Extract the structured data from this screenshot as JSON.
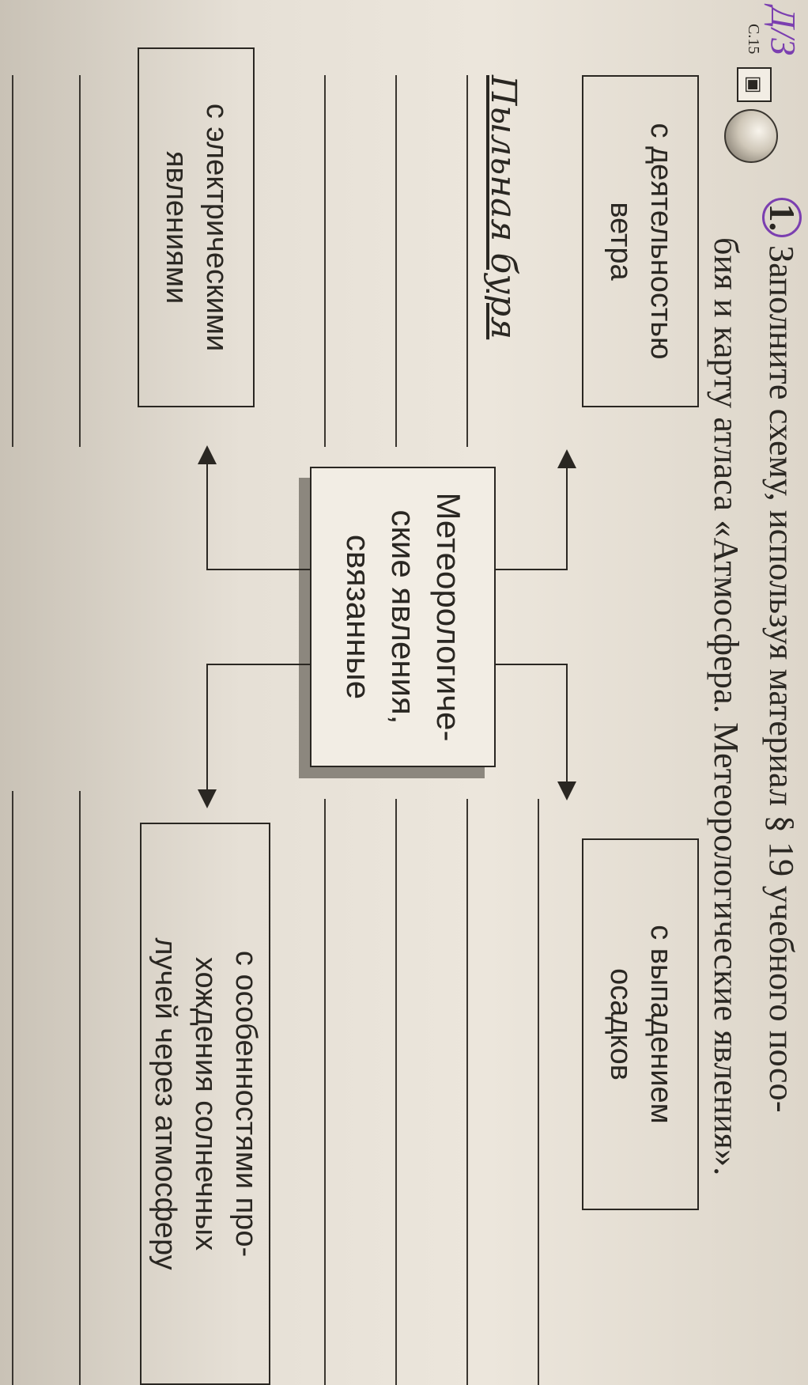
{
  "margin_mark": "Д/З",
  "page_ref": "С.15",
  "icons": {
    "book": "book-icon",
    "magnifier": "magnifier-icon"
  },
  "task": {
    "number": "1.",
    "line1": "Заполните схему, используя материал § 19 учебного посо-",
    "line2": "бия и карту атласа «Атмосфера. Метеорологические явления»."
  },
  "diagram": {
    "center": [
      "Метеорологиче-",
      "ские явления,",
      "связанные"
    ],
    "wind": [
      "с деятельностью",
      "ветра"
    ],
    "precip": [
      "с выпадением",
      "осадков"
    ],
    "electric": [
      "с электрическими",
      "явлениями"
    ],
    "solar": [
      "с особенностями про-",
      "хождения солнечных",
      "лучей через атмосферу"
    ]
  },
  "handwritten_answers": {
    "wind": "Пыльная буря"
  },
  "colors": {
    "ink": "#2a2722",
    "marker": "#7b3fb0",
    "paper": "#ece6dc"
  }
}
